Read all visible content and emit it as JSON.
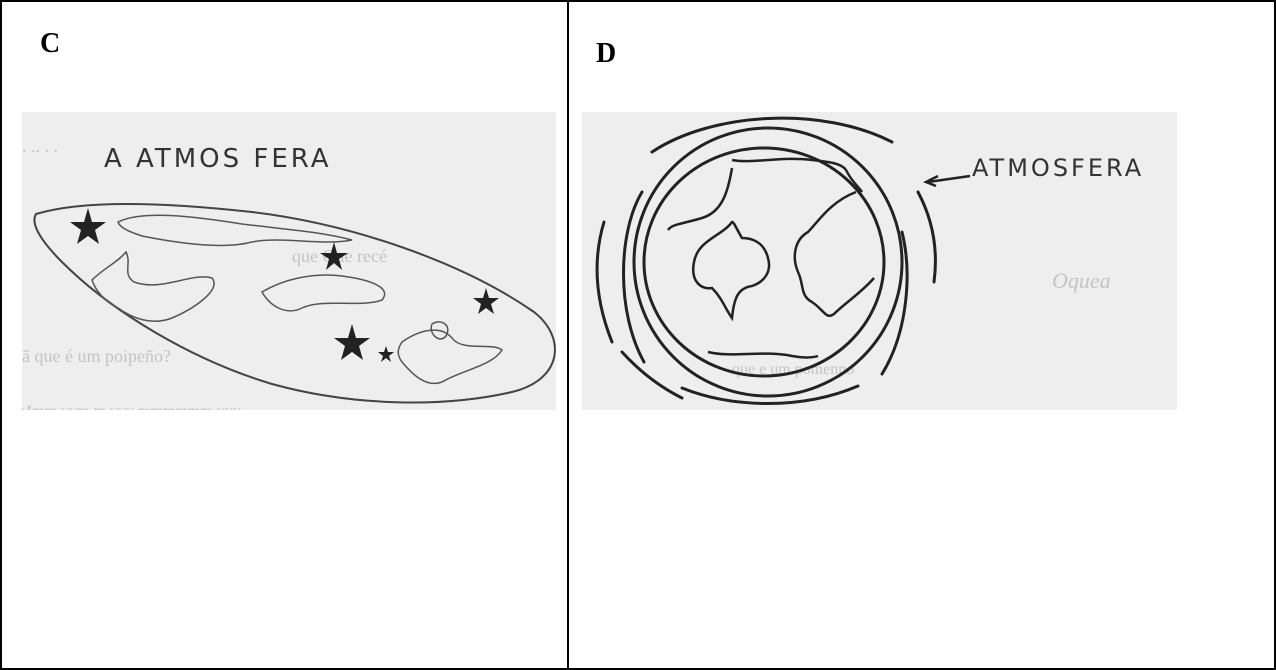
{
  "cells": [
    {
      "letter": "C",
      "drawing_caption": "A  ATMOS FERA"
    },
    {
      "letter": "D",
      "drawing_label": "ATMOSFERA"
    }
  ],
  "colors": {
    "border": "#000000",
    "scan_background": "#eeeeee",
    "pencil": "#333333",
    "marker": "#222222"
  }
}
